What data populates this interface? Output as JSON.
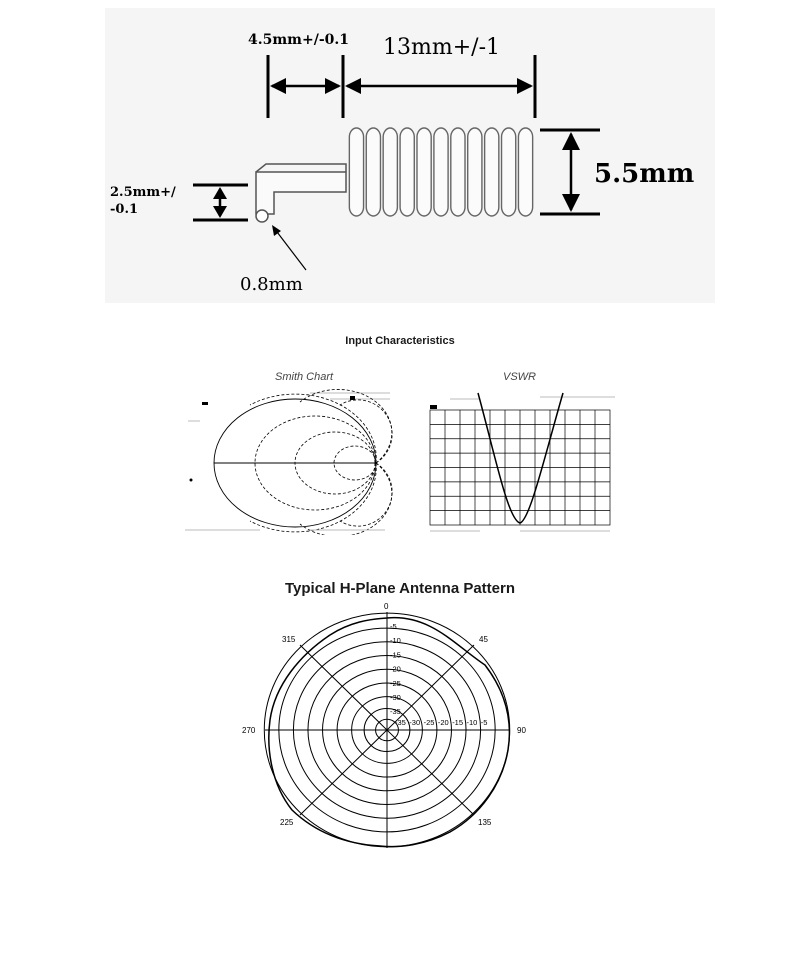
{
  "diagram": {
    "dims": {
      "lead_length": "4.5mm+/-0.1",
      "coil_length": "13mm+/-1",
      "coil_diameter": "5.5mm",
      "lead_offset": [
        "2.5mm+/",
        "-0.1"
      ],
      "wire_diameter": "0.8mm"
    }
  },
  "input": {
    "title": "Input Characteristics",
    "smith_title": "Smith Chart",
    "vswr_title": "VSWR"
  },
  "pattern": {
    "title": "Typical H-Plane Antenna Pattern",
    "angles": [
      "0",
      "45",
      "90",
      "135",
      "225",
      "270",
      "315"
    ],
    "ring_labels": [
      "-5",
      "-10",
      "-15",
      "-20",
      "-25",
      "-30",
      "-35"
    ],
    "axis_labels": [
      "-35",
      "-30",
      "-25",
      "-20",
      "-15",
      "-10",
      "-5"
    ]
  }
}
